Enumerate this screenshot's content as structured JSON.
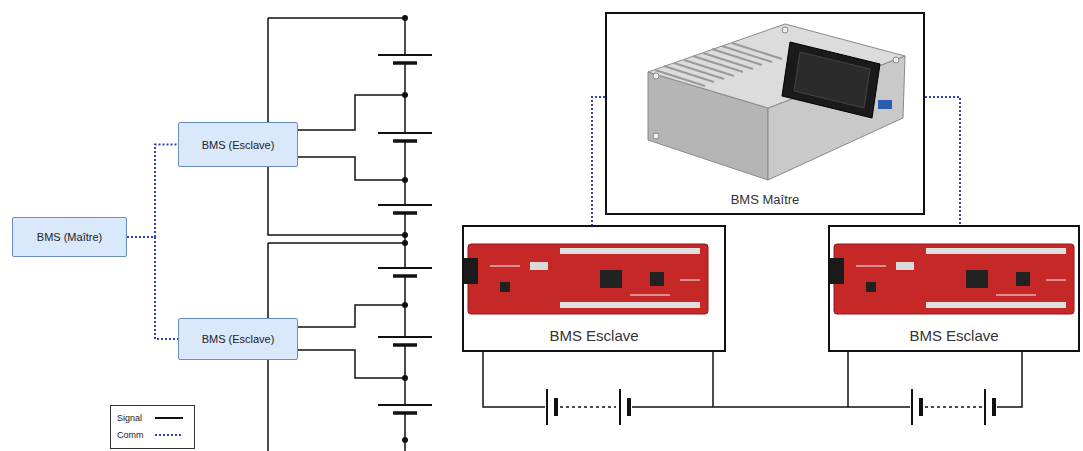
{
  "diagram": {
    "nodes": [
      {
        "text": [
          "BMS (Maître)"
        ]
      },
      {
        "text": [
          "BMS (Esclave)"
        ]
      },
      {
        "text": [
          "BMS (Esclave)"
        ]
      },
      {
        "text": [
          "BMS Maître"
        ]
      },
      {
        "text": [
          "BMS Esclave"
        ]
      },
      {
        "text": [
          "BMS Esclave"
        ]
      }
    ],
    "edges": [
      {
        "from": 0,
        "to": 1,
        "arrow": "none"
      },
      {
        "from": 0,
        "to": 2,
        "arrow": "none"
      },
      {
        "from": 3,
        "to": 4,
        "arrow": "none"
      },
      {
        "from": 3,
        "to": 5,
        "arrow": "none"
      }
    ],
    "legend": [
      {
        "text": "Signal"
      },
      {
        "text": "Comm"
      }
    ]
  }
}
